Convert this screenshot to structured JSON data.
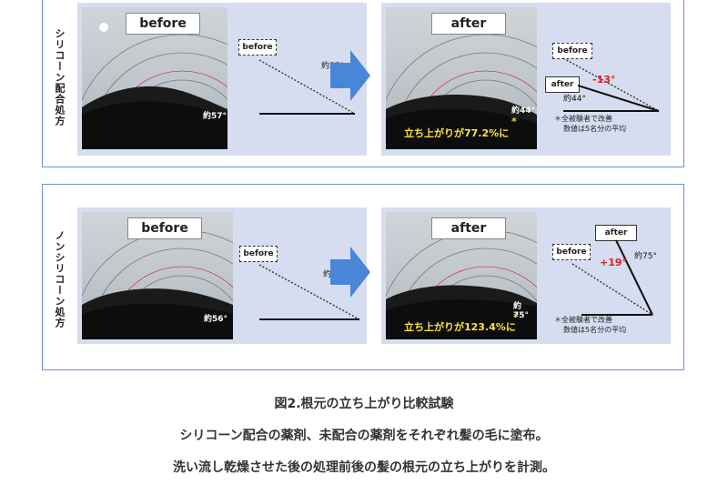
{
  "row1": {
    "label": "シリコーン配合処方",
    "before_tag": "before",
    "after_tag": "after",
    "before_angle": "約57°",
    "before_diag_tag": "before",
    "before_diag_angle": "約57°",
    "after_angle": "約44°",
    "after_diag_before": "before",
    "after_diag_after": "after",
    "after_diag_angle": "約44°",
    "delta": "-13°",
    "rise": "立ち上がりが77.2%に",
    "note1": "＊全被験者で改善",
    "note2": "数値は5名分の平均"
  },
  "row2": {
    "label": "ノンシリコーン処方",
    "before_tag": "before",
    "after_tag": "after",
    "before_angle": "約56°",
    "before_diag_tag": "before",
    "before_diag_angle": "約56°",
    "after_angle": "約75°",
    "after_diag_before": "before",
    "after_diag_after": "after",
    "after_diag_angle": "約75°",
    "delta": "+19°",
    "rise": "立ち上がりが123.4%に",
    "note1": "＊全被験者で改善",
    "note2": "数値は5名分の平均"
  },
  "captions": {
    "title": "図2.根元の立ち上がり比較試験",
    "line1": "シリコーン配合の薬剤、未配合の薬剤をそれぞれ髪の毛に塗布。",
    "line2": "洗い流し乾燥させた後の処理前後の髪の根元の立ち上がりを計測。"
  },
  "colors": {
    "panel_border": "#6f8fd3",
    "box_bg": "#d6ddf0",
    "arrow": "#4a86d8",
    "delta": "#e0201c",
    "rise": "#ffe23a"
  }
}
